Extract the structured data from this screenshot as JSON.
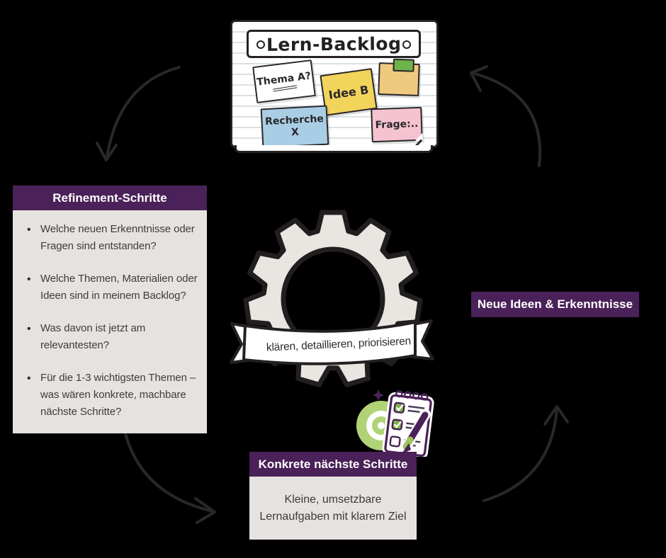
{
  "colors": {
    "background": "#000000",
    "purple": "#4a2158",
    "panel_bg": "#e6e2df",
    "panel_text": "#3d3d3d",
    "gear_fill": "#e9e6e2",
    "outline_dark": "#242021",
    "arrow": "#282828",
    "note_yellow": "#f2d45c",
    "note_orange": "#efc97e",
    "note_blue": "#a9cde5",
    "note_pink": "#f5c3d0",
    "tab_green": "#6db24b",
    "target_green": "#b1d378",
    "check_green": "#79b63e"
  },
  "board": {
    "title": "Lern-Backlog",
    "notes": {
      "thema": "Thema A?",
      "idee": "Idee B",
      "recherche_line1": "Recherche",
      "recherche_line2": "X",
      "frage": "Frage:.."
    }
  },
  "left_panel": {
    "title": "Refinement-Schritte",
    "items": [
      "Welche neuen Erkenntnisse oder Fragen sind entstanden?",
      "Welche Themen, Materialien oder Ideen sind in meinem Backlog?",
      "Was davon ist jetzt am relevantesten?",
      "Für die 1-3 wichtigsten Themen – was wären konkrete, machbare nächste Schritte?"
    ]
  },
  "gear": {
    "banner_text": "klären, detaillieren, priorisieren"
  },
  "right_badge": {
    "label": "Neue Ideen & Erkenntnisse"
  },
  "bottom_box": {
    "title": "Konkrete nächste Schritte",
    "body": "Kleine, umsetzbare Lernaufgaben mit klarem Ziel"
  }
}
